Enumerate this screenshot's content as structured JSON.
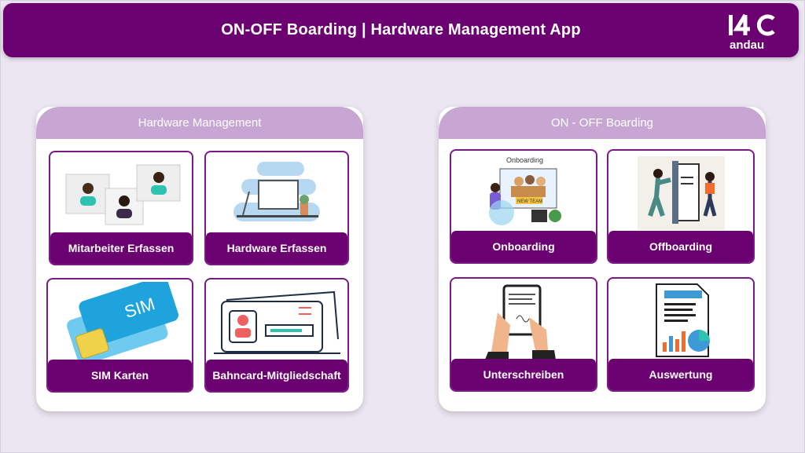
{
  "header": {
    "title": "ON-OFF Boarding | Hardware Management App",
    "logo_text": "I4C\nandau"
  },
  "panels": {
    "hardware": {
      "title": "Hardware Management",
      "cards": [
        {
          "label": "Mitarbeiter Erfassen",
          "icon": "people-icon"
        },
        {
          "label": "Hardware Erfassen",
          "icon": "desk-monitor-icon"
        },
        {
          "label": "SIM Karten",
          "icon": "sim-card-icon",
          "icon_text": "SIM"
        },
        {
          "label": "Bahncard-Mitgliedschaft",
          "icon": "id-card-icon"
        }
      ]
    },
    "boarding": {
      "title": "ON - OFF Boarding",
      "cards": [
        {
          "label": "Onboarding",
          "icon": "new-team-icon",
          "icon_caption": "Onboarding",
          "icon_badge": "NEW TEAM"
        },
        {
          "label": "Offboarding",
          "icon": "door-exit-icon"
        },
        {
          "label": "Unterschreiben",
          "icon": "tablet-sign-icon"
        },
        {
          "label": "Auswertung",
          "icon": "report-chart-icon"
        }
      ]
    }
  },
  "colors": {
    "primary": "#6b0070",
    "panel_head": "#c8a6d4",
    "background": "#ece6f2"
  }
}
